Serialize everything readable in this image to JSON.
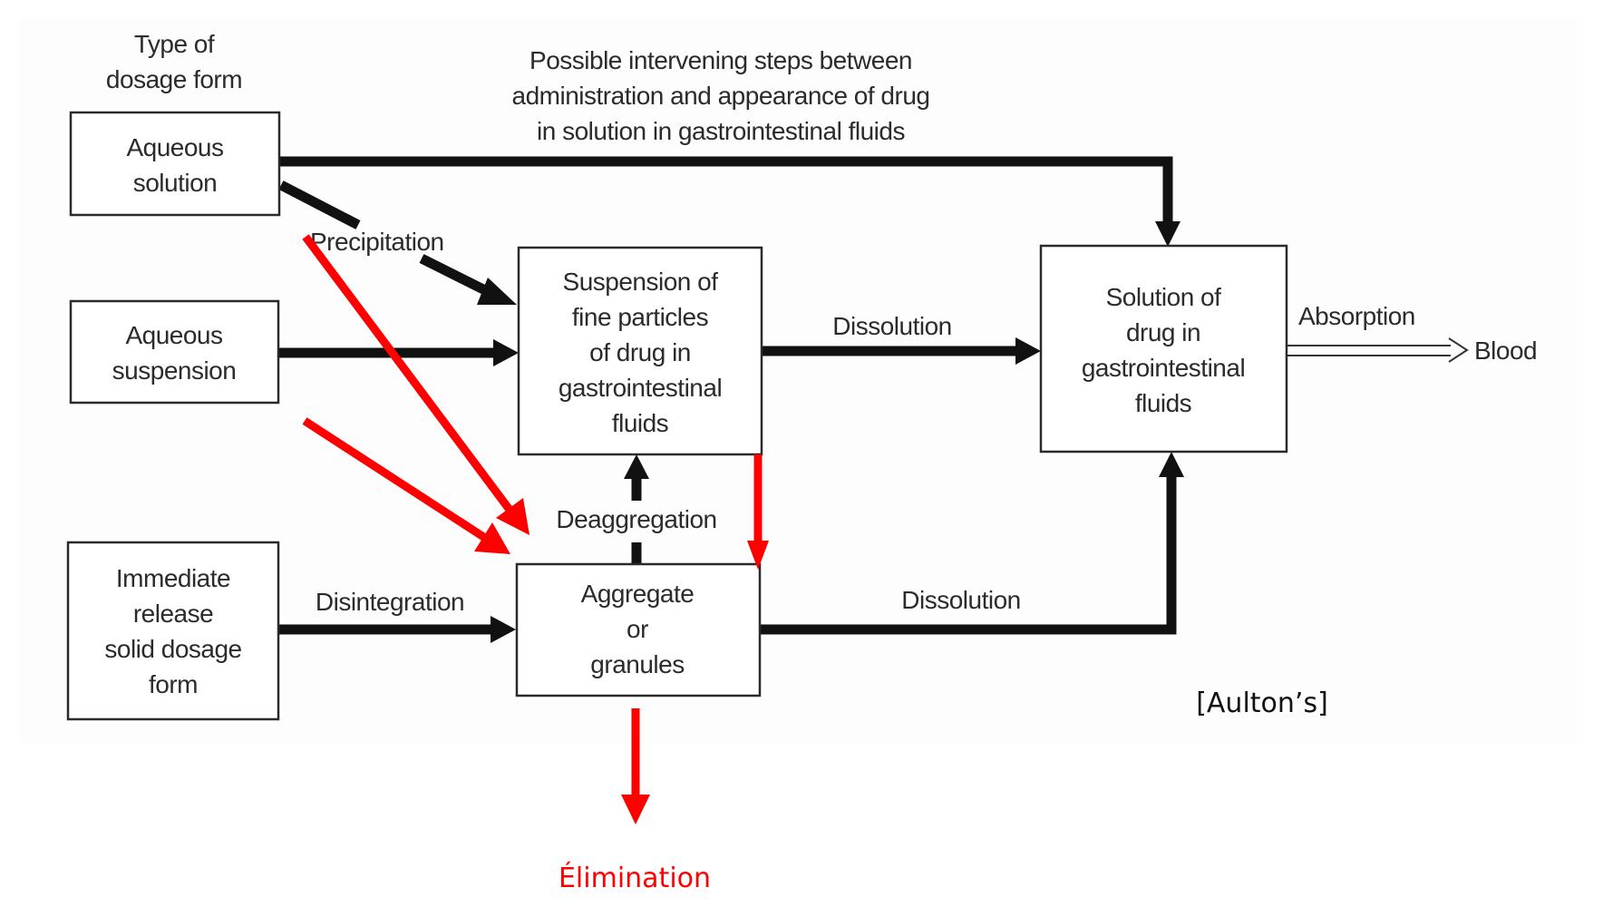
{
  "header": {
    "column_title_lines": [
      "Type of",
      "dosage form"
    ],
    "caption_lines": [
      "Possible intervening steps between",
      "administration and appearance of drug",
      "in solution in gastrointestinal fluids"
    ]
  },
  "boxes": {
    "aqueous_solution": [
      "Aqueous",
      "solution"
    ],
    "aqueous_suspension": [
      "Aqueous",
      "suspension"
    ],
    "immediate_release": [
      "Immediate",
      "release",
      "solid dosage",
      "form"
    ],
    "suspension_fine_particles": [
      "Suspension of",
      "fine particles",
      "of drug in",
      "gastrointestinal",
      "fluids"
    ],
    "aggregate_granules": [
      "Aggregate",
      "or",
      "granules"
    ],
    "solution_drug_gi": [
      "Solution of",
      "drug in",
      "gastrointestinal",
      "fluids"
    ]
  },
  "edge_labels": {
    "precipitation": "Precipitation",
    "dissolution_upper": "Dissolution",
    "dissolution_lower": "Dissolution",
    "deaggregation": "Deaggregation",
    "disintegration": "Disintegration",
    "absorption": "Absorption",
    "blood": "Blood"
  },
  "annotations": {
    "elimination": "Élimination",
    "citation": "[Aulton’s]"
  },
  "colors": {
    "annotation_red": "#ff0000",
    "diagram_black": "#111111"
  }
}
